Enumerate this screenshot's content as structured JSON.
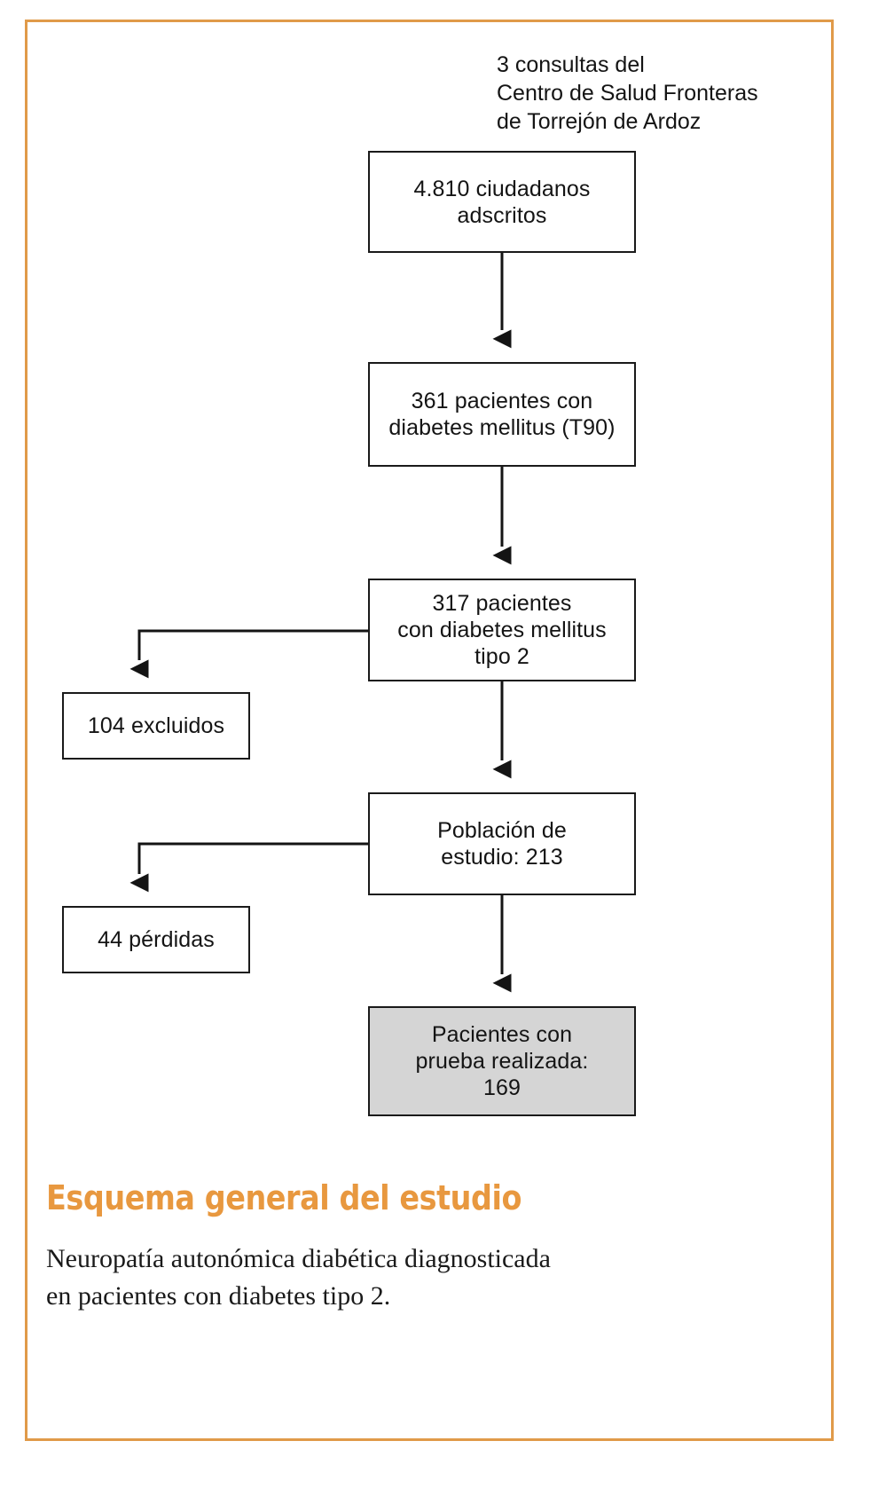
{
  "frame": {
    "border_color": "#E09A49"
  },
  "diagram": {
    "type": "flowchart",
    "header_note": "3 consultas del\nCentro de Salud Fronteras\nde Torrejón de Ardoz",
    "nodes": [
      {
        "id": "adscritos",
        "label": "4.810 ciudadanos\nadscritos",
        "value": 4810,
        "shaded": false
      },
      {
        "id": "t90",
        "label": "361 pacientes con\ndiabetes mellitus (T90)",
        "value": 361,
        "shaded": false
      },
      {
        "id": "tipo2",
        "label": "317 pacientes\ncon diabetes mellitus\ntipo 2",
        "value": 317,
        "shaded": false
      },
      {
        "id": "excluidos",
        "label": "104 excluidos",
        "value": 104,
        "shaded": false
      },
      {
        "id": "poblacion",
        "label": "Población de\nestudio: 213",
        "value": 213,
        "shaded": false
      },
      {
        "id": "perdidas",
        "label": "44 pérdidas",
        "value": 44,
        "shaded": false
      },
      {
        "id": "prueba",
        "label": "Pacientes con\nprueba realizada:\n169",
        "value": 169,
        "shaded": true
      }
    ],
    "edges": [
      {
        "from": "adscritos",
        "to": "t90",
        "direction": "down"
      },
      {
        "from": "t90",
        "to": "tipo2",
        "direction": "down"
      },
      {
        "from": "tipo2",
        "to": "excluidos",
        "direction": "left-down"
      },
      {
        "from": "tipo2",
        "to": "poblacion",
        "direction": "down"
      },
      {
        "from": "poblacion",
        "to": "perdidas",
        "direction": "left-down"
      },
      {
        "from": "poblacion",
        "to": "prueba",
        "direction": "down"
      }
    ],
    "shaded_fill": "#d5d5d5"
  },
  "caption": {
    "title": "Esquema general del estudio",
    "title_color": "#E8983F",
    "body": "Neuropatía autonómica diabética diagnosticada\nen pacientes con diabetes tipo 2."
  }
}
